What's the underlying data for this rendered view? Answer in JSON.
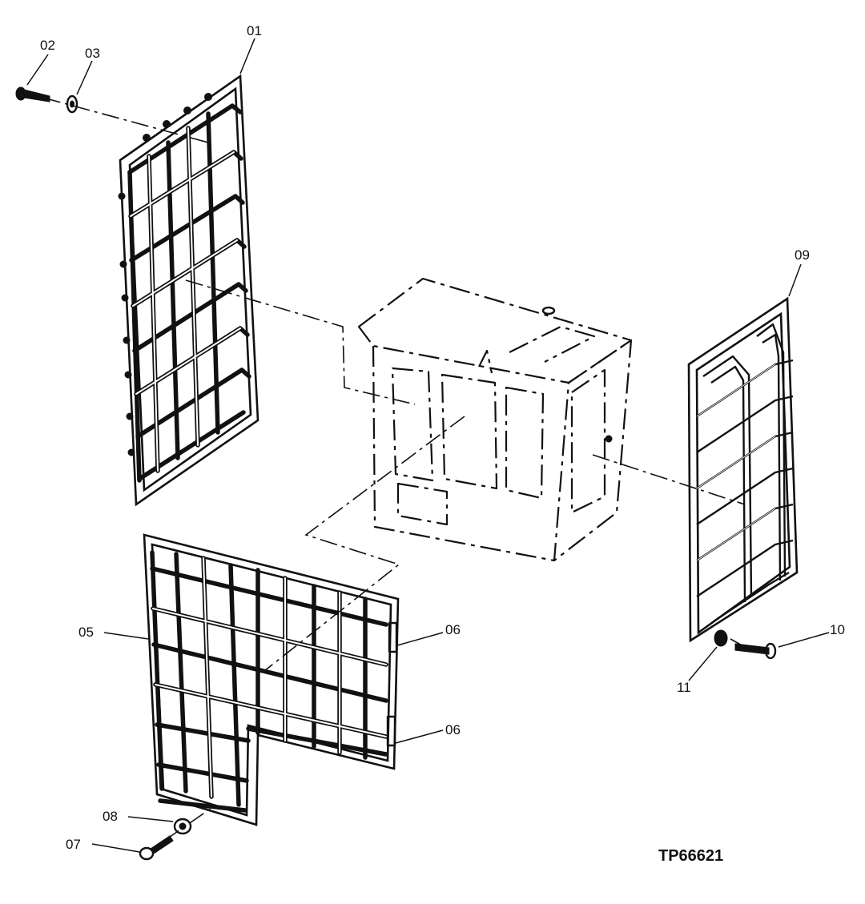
{
  "figure_id": "TP66621",
  "callouts": {
    "c01": "01",
    "c02": "02",
    "c03": "03",
    "c05": "05",
    "c06": "06",
    "c06b": "06",
    "c07": "07",
    "c08": "08",
    "c09": "09",
    "c10": "10",
    "c11": "11"
  }
}
